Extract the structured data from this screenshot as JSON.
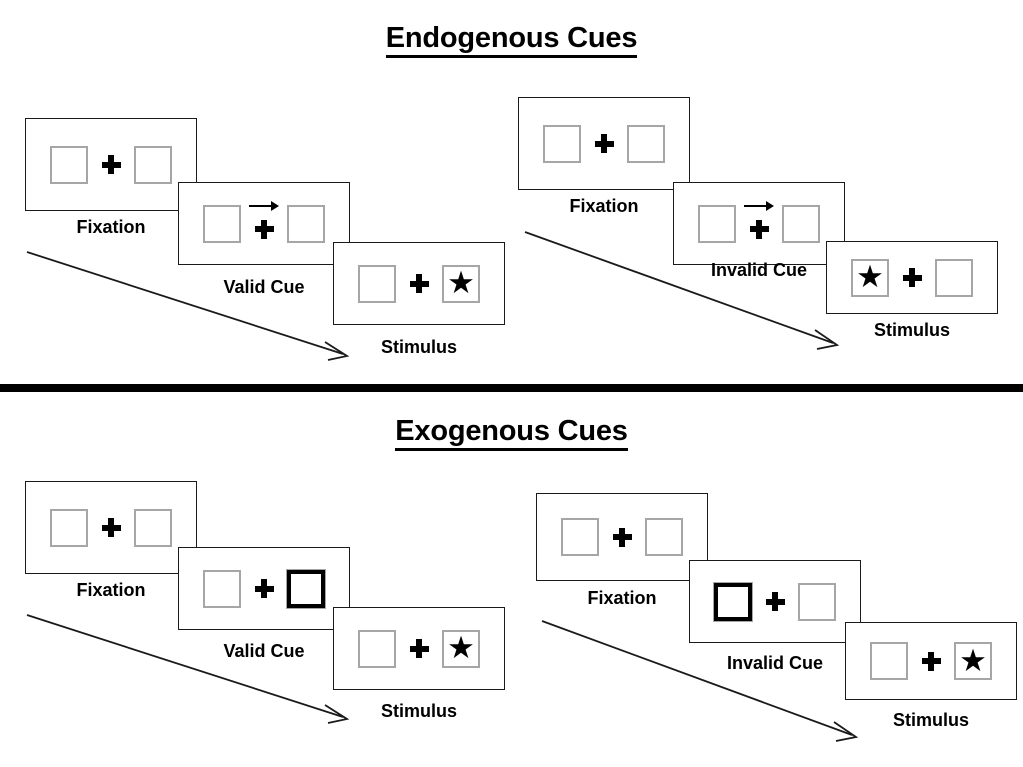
{
  "sections": [
    {
      "id": "endogenous",
      "title": "Endogenous Cues",
      "groups": [
        {
          "id": "endo-valid",
          "panels": [
            {
              "caption": "Fixation",
              "cue": "none",
              "left_box": "empty",
              "right_box": "empty"
            },
            {
              "caption": "Valid Cue",
              "cue": "arrow-right",
              "left_box": "empty",
              "right_box": "empty"
            },
            {
              "caption": "Stimulus",
              "cue": "none",
              "left_box": "empty",
              "right_box": "star"
            }
          ]
        },
        {
          "id": "endo-invalid",
          "panels": [
            {
              "caption": "Fixation",
              "cue": "none",
              "left_box": "empty",
              "right_box": "empty"
            },
            {
              "caption": "Invalid Cue",
              "cue": "arrow-right",
              "left_box": "empty",
              "right_box": "empty"
            },
            {
              "caption": "Stimulus",
              "cue": "none",
              "left_box": "star",
              "right_box": "empty"
            }
          ]
        }
      ]
    },
    {
      "id": "exogenous",
      "title": "Exogenous Cues",
      "groups": [
        {
          "id": "exo-valid",
          "panels": [
            {
              "caption": "Fixation",
              "cue": "none",
              "left_box": "empty",
              "right_box": "empty"
            },
            {
              "caption": "Valid Cue",
              "cue": "none",
              "left_box": "empty",
              "right_box": "cued"
            },
            {
              "caption": "Stimulus",
              "cue": "none",
              "left_box": "empty",
              "right_box": "star"
            }
          ]
        },
        {
          "id": "exo-invalid",
          "panels": [
            {
              "caption": "Fixation",
              "cue": "none",
              "left_box": "empty",
              "right_box": "empty"
            },
            {
              "caption": "Invalid Cue",
              "cue": "none",
              "left_box": "cued",
              "right_box": "empty"
            },
            {
              "caption": "Stimulus",
              "cue": "none",
              "left_box": "empty",
              "right_box": "star"
            }
          ]
        }
      ]
    }
  ],
  "glyphs": {
    "star": "★"
  },
  "colors": {
    "ink": "#000000",
    "panel_border": "#1a1a1a",
    "box_border": "#a6a6a6",
    "cued_box_border": "#000000",
    "background": "#ffffff"
  }
}
